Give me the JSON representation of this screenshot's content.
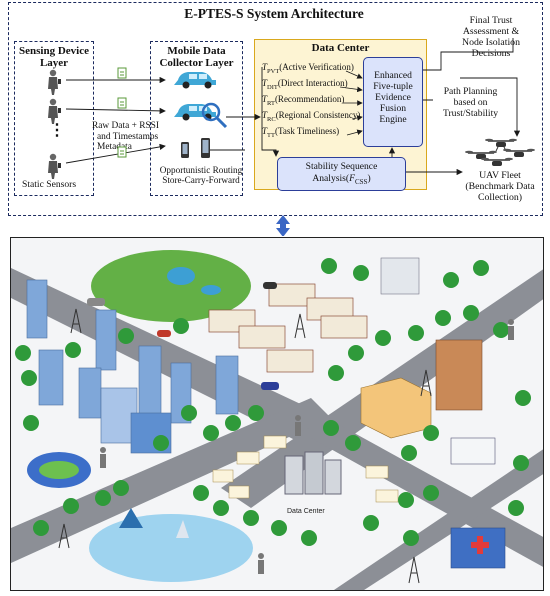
{
  "title": "E-PTES-S System Architecture",
  "sensing_layer": {
    "title_line1": "Sensing Device",
    "title_line2": "Layer",
    "ellipsis": "⋮",
    "footer": "Static Sensors"
  },
  "collector_layer": {
    "title_line1": "Mobile Data",
    "title_line2": "Collector Layer",
    "routing_line1": "Opportunistic Routing",
    "routing_line2": "Store-Carry-Forward"
  },
  "raw_data": {
    "line1": "Raw Data + RSSI",
    "line2": "and Timestamps",
    "line3": "Metadata"
  },
  "data_center": {
    "title": "Data Center",
    "trust_items": [
      {
        "sym": "T",
        "sub": "PVT",
        "label": "(Active Verification)"
      },
      {
        "sym": "T",
        "sub": "DIT",
        "label": "(Direct Interaction)"
      },
      {
        "sym": "T",
        "sub": "RT",
        "label": "(Recommendation)"
      },
      {
        "sym": "T",
        "sub": "RC",
        "label": "(Regional Consistency)"
      },
      {
        "sym": "T",
        "sub": "TT",
        "label": "(Task Timeliness)"
      }
    ],
    "fusion_lines": [
      "Enhanced",
      "Five-tuple",
      "Evidence",
      "Fusion",
      "Engine"
    ],
    "stability_line1": "Stability Sequence",
    "stability_line2_prefix": "Analysis(",
    "stability_symbol": "F",
    "stability_sub": "CSS",
    "stability_suffix": ")"
  },
  "final_trust": {
    "line1": "Final Trust",
    "line2": "Assessment &",
    "line3": "Node Isolation",
    "line4": "Decisions"
  },
  "path_planning": {
    "line1": "Path Planning",
    "line2": "based on",
    "line3": "Trust/Stability"
  },
  "uav_fleet": {
    "line1": "UAV Fleet",
    "line2": "(Benchmark Data",
    "line3": "Collection)"
  },
  "map": {
    "data_center_label": "Data Center"
  },
  "colors": {
    "panel_border": "#1b2a5e",
    "data_center_fill": "#fdf4d3",
    "data_center_border": "#d9a81d",
    "engine_fill": "#dbe3fb",
    "arrow": "#1a1a1a",
    "connector_arrow": "#3a66c4",
    "road": "#8c8f96",
    "grass": "#63b046",
    "water": "#9ed3ef"
  },
  "icons": [
    "person-sensor-icon",
    "document-icon",
    "car-icon",
    "magnifier-icon",
    "phone-icon",
    "drone-icon",
    "double-arrow-icon"
  ]
}
